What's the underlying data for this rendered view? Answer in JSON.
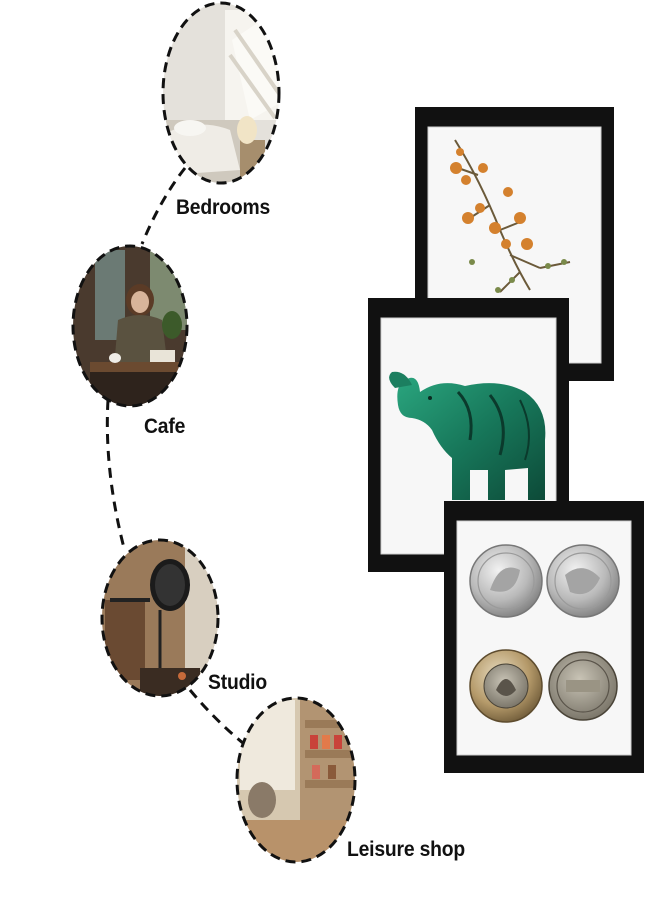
{
  "locations": [
    {
      "label": "Bedrooms"
    },
    {
      "label": "Cafe"
    },
    {
      "label": "Studio"
    },
    {
      "label": "Leisure shop"
    }
  ],
  "displays": [
    "flower-sprig",
    "green-elephant-figurine",
    "coins"
  ],
  "colors": {
    "frame": "#111111",
    "dash": "#111111",
    "cafe-bg": "#4a3a2e",
    "studio-bg": "#8a6a4e",
    "shop-bg": "#c9b69a",
    "bedroom-bg": "#d9d4cc",
    "malachite": "#1f8a6a"
  }
}
